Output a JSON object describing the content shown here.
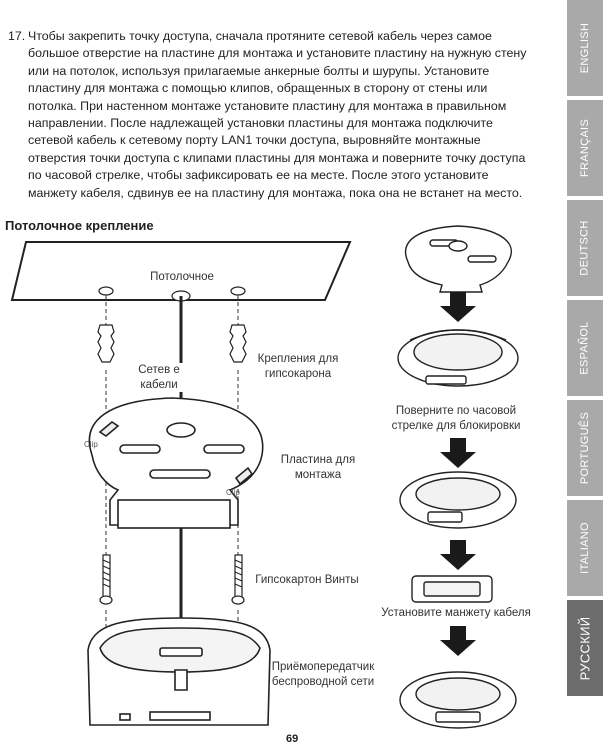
{
  "step": {
    "number": "17.",
    "text": "Чтобы закрепить точку доступа, сначала протяните сетевой кабель через самое большое отверстие на пластине для монтажа и установите пластину на нужную стену или на потолок, используя прилагаемые анкерные болты и шурупы. Установите пластину для монтажа с помощью клипов, обращенных в сторону от стены или потолка. При настенном монтаже установите пластину для монтажа в правильном направлении. После надлежащей установки пластины для монтажа подключите сетевой кабель к сетевому порту LAN1 точки доступа, выровняйте монтажные отверстия точки доступа с клипами пластины для монтажа и поверните точку доступа по часовой стрелке, чтобы зафиксировать ее на месте. После этого установите манжету кабеля, сдвинув ее на пластину для монтажа, пока она не встанет на место."
  },
  "section_title": "Потолочное крепление",
  "diagram": {
    "ceiling": "Потолочное",
    "cable": "Сетев е\nкабели",
    "anchors": "Крепления для\nгипсокарона",
    "plate": "Пластина для\nмонтажа",
    "screws": "Гипсокартон Винты",
    "transceiver": "Приёмопередатчик\nбеспроводной сети",
    "clip1": "Clip",
    "clip2": "Clip"
  },
  "steps_right": {
    "rotate": "Поверните по часовой\nстрелке для блокировки",
    "cable_cover": "Установите манжету кабеля"
  },
  "languages": [
    "ENGLISH",
    "FRANÇAIS",
    "DEUTSCH",
    "ESPAÑOL",
    "PORTUGUÊS",
    "ITALIANO",
    "РУССКИЙ"
  ],
  "active_language": "РУССКИЙ",
  "page_number": "69"
}
